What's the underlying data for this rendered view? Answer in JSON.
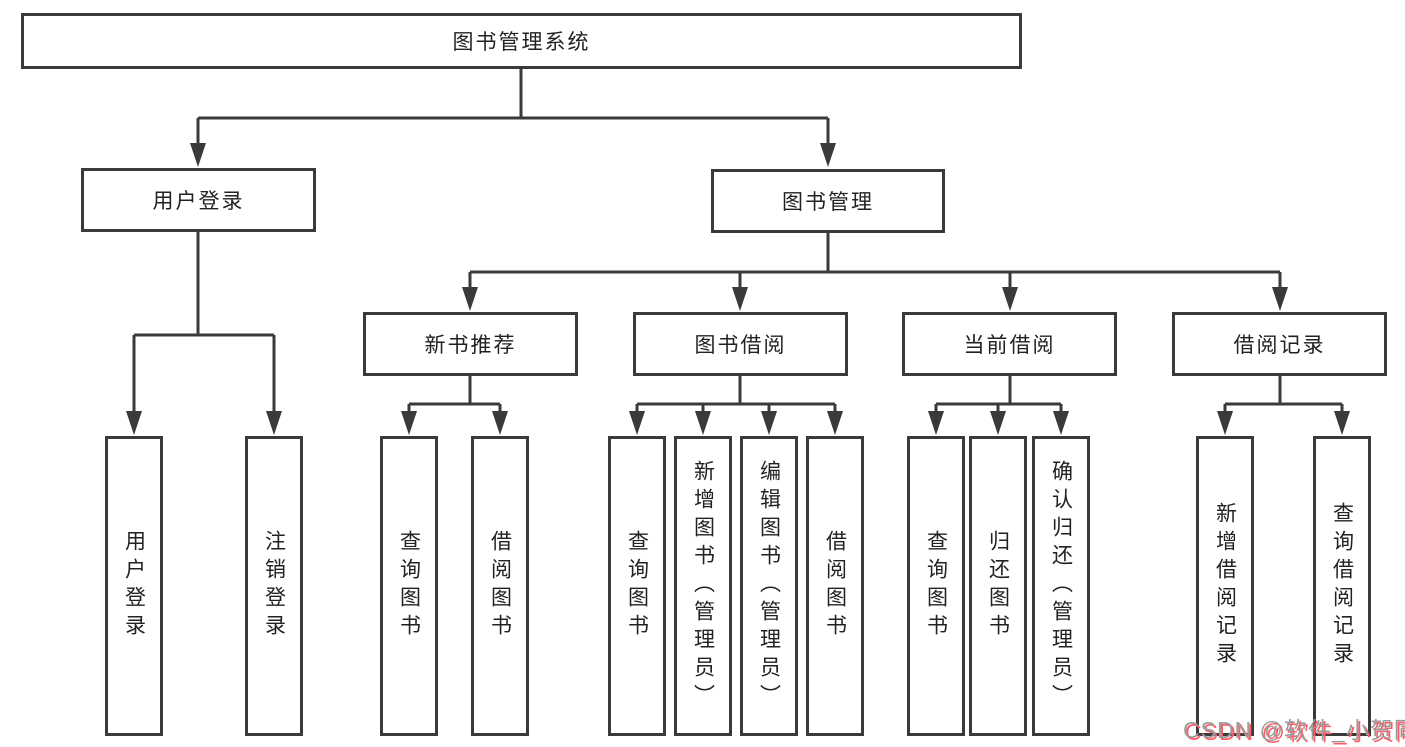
{
  "diagram_type": "hierarchy-tree",
  "colors": {
    "background": "#ffffff",
    "line": "#3a3a3a",
    "box_border": "#3a3a3a",
    "box_fill": "#ffffff",
    "text": "#222222",
    "watermark_gray": "#9c9c9c",
    "watermark_pink": "#fc5c65"
  },
  "tree": {
    "label": "图书管理系统",
    "children": [
      {
        "label": "用户登录",
        "children": [
          {
            "label": "用户登录"
          },
          {
            "label": "注销登录"
          }
        ]
      },
      {
        "label": "图书管理",
        "children": [
          {
            "label": "新书推荐",
            "children": [
              {
                "label": "查询图书"
              },
              {
                "label": "借阅图书"
              }
            ]
          },
          {
            "label": "图书借阅",
            "children": [
              {
                "label": "查询图书"
              },
              {
                "label": "新增图书（管理员）"
              },
              {
                "label": "编辑图书（管理员）"
              },
              {
                "label": "借阅图书"
              }
            ]
          },
          {
            "label": "当前借阅",
            "children": [
              {
                "label": "查询图书"
              },
              {
                "label": "归还图书"
              },
              {
                "label": "确认归还（管理员）"
              }
            ]
          },
          {
            "label": "借阅记录",
            "children": [
              {
                "label": "新增借阅记录"
              },
              {
                "label": "查询借阅记录"
              }
            ]
          }
        ]
      }
    ]
  },
  "watermark": {
    "text": "CSDN @软件_小贺同学"
  }
}
